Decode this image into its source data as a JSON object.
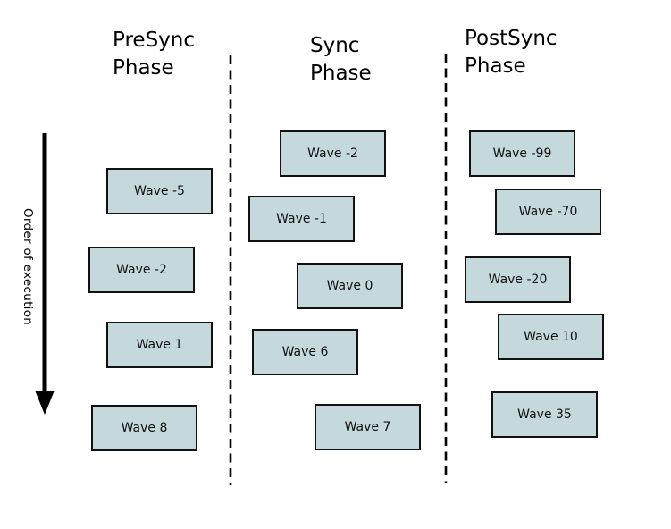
{
  "diagram": {
    "order_label": "Order of execution",
    "background": "#ffffff",
    "wave_box_fill": "#c5d8dc",
    "wave_box_border": "#111111",
    "line_color": "#000000"
  },
  "phases": [
    {
      "name": "presync",
      "title": "PreSync\nPhase",
      "waves": [
        "Wave -5",
        "Wave -2",
        "Wave 1",
        "Wave 8"
      ]
    },
    {
      "name": "sync",
      "title": "Sync\nPhase",
      "waves": [
        "Wave -2",
        "Wave -1",
        "Wave 0",
        "Wave 6",
        "Wave 7"
      ]
    },
    {
      "name": "postsync",
      "title": "PostSync\nPhase",
      "waves": [
        "Wave -99",
        "Wave -70",
        "Wave -20",
        "Wave 10",
        "Wave 35"
      ]
    }
  ]
}
